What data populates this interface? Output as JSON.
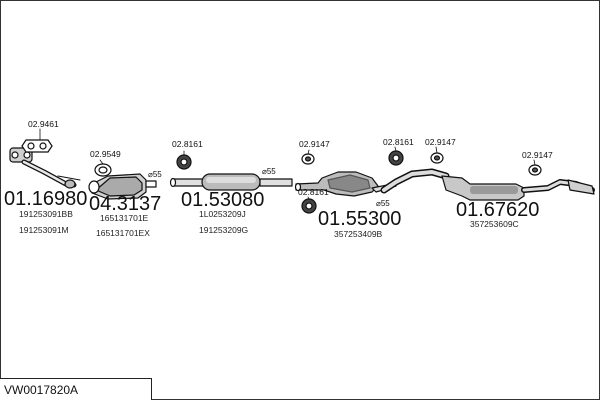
{
  "model_code": "VW0017820A",
  "parts": [
    {
      "id": "p1",
      "number": "01.16980",
      "oe": [
        "191253091BB",
        "191253091M"
      ]
    },
    {
      "id": "p2",
      "number": "04.3137",
      "oe": [
        "165131701E",
        "165131701EX"
      ]
    },
    {
      "id": "p3",
      "number": "01.53080",
      "oe": [
        "1L0253209J",
        "191253209G"
      ]
    },
    {
      "id": "p4",
      "number": "01.55300",
      "oe": [
        "357253409B"
      ]
    },
    {
      "id": "p5",
      "number": "01.67620",
      "oe": [
        "357253609C"
      ]
    }
  ],
  "accessories": [
    {
      "id": "a1",
      "number": "02.9461"
    },
    {
      "id": "a2",
      "number": "02.9549"
    },
    {
      "id": "a3",
      "number": "02.8161"
    },
    {
      "id": "a4",
      "number": "02.9147"
    },
    {
      "id": "a5",
      "number": "02.8161"
    },
    {
      "id": "a6",
      "number": "02.9147"
    },
    {
      "id": "a7",
      "number": "02.9147"
    },
    {
      "id": "a8",
      "number": "02.8161"
    }
  ],
  "diameters": [
    "⌀55",
    "⌀55",
    "⌀55"
  ]
}
